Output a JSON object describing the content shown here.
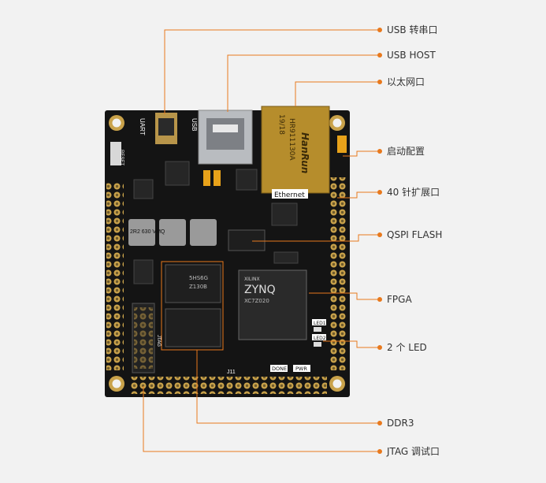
{
  "colors": {
    "background": "#f2f2f2",
    "accent": "#e8791d",
    "board": "#141414",
    "gold": "#c9a24a"
  },
  "callouts": [
    {
      "id": "usb-uart",
      "label": "USB 转串口"
    },
    {
      "id": "usb-host",
      "label": "USB HOST"
    },
    {
      "id": "ethernet",
      "label": "以太网口"
    },
    {
      "id": "boot-config",
      "label": "启动配置"
    },
    {
      "id": "expansion-40pin",
      "label": "40 针扩展口"
    },
    {
      "id": "qspi-flash",
      "label": "QSPI FLASH"
    },
    {
      "id": "fpga",
      "label": "FPGA"
    },
    {
      "id": "led",
      "label": "2 个 LED"
    },
    {
      "id": "ddr3",
      "label": "DDR3"
    },
    {
      "id": "jtag",
      "label": "JTAG 调试口"
    }
  ],
  "board": {
    "uart": "UART",
    "usb": "USB",
    "ethernet": "Ethernet",
    "hanrun": "HanRun",
    "rj45_part": "HR911130A",
    "rj45_date": "19/18",
    "fpga_brand": "XILINX",
    "fpga_name": "ZYNQ",
    "fpga_part": "XC7Z020",
    "ddr_part": "5HS6G",
    "ddr_code": "Z130B",
    "inductor": "2R2 630 VMQ",
    "done": "DONE",
    "pwr": "PWR",
    "led1": "LED1",
    "led2": "LED2",
    "jtag": "JTAG",
    "reset": "RESET",
    "j11": "J11"
  }
}
